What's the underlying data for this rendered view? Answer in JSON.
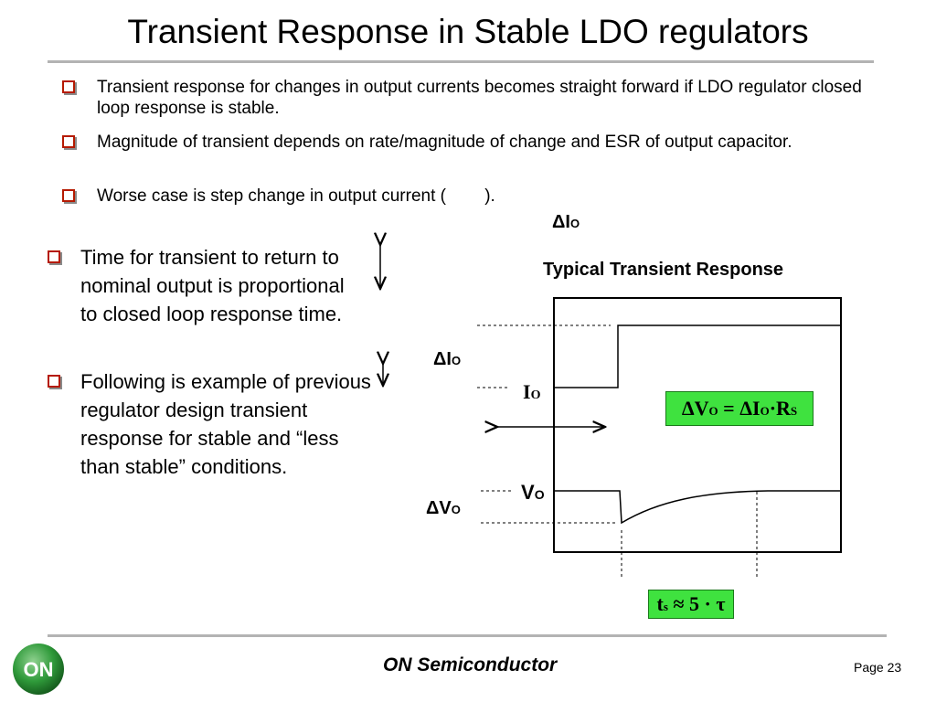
{
  "title": "Transient Response in Stable LDO regulators",
  "top_bullets": [
    "Transient response for changes in output currents becomes straight forward if LDO regulator closed loop response is stable.",
    "Magnitude of transient depends on rate/magnitude of change and ESR of output capacitor.",
    "Worse case is step change in output current (        )."
  ],
  "delta_io_inline": "ΔI",
  "delta_io_inline_sub": "O",
  "left_bullets": [
    "Time for transient to return to nominal output is proportional to closed loop response time.",
    "Following is example of previous regulator design transient response for stable and “less than stable” conditions."
  ],
  "diagram": {
    "heading": "Typical Transient Response",
    "delta_io": "ΔI",
    "io": "I",
    "vo": "V",
    "delta_vo": "ΔV",
    "sub_o": "O",
    "formula_dv": "ΔV",
    "formula_sub_o": "O",
    "formula_eq": " = ",
    "formula_di": "ΔI",
    "formula_dot": "·",
    "formula_r": "R",
    "formula_sub_s": "S",
    "formula_ts": "t",
    "formula_ts_sub": "s",
    "formula_approx": " ≈ 5 · τ"
  },
  "footer": {
    "company": "ON Semiconductor",
    "page": "Page 23",
    "logo_text": "ON"
  }
}
